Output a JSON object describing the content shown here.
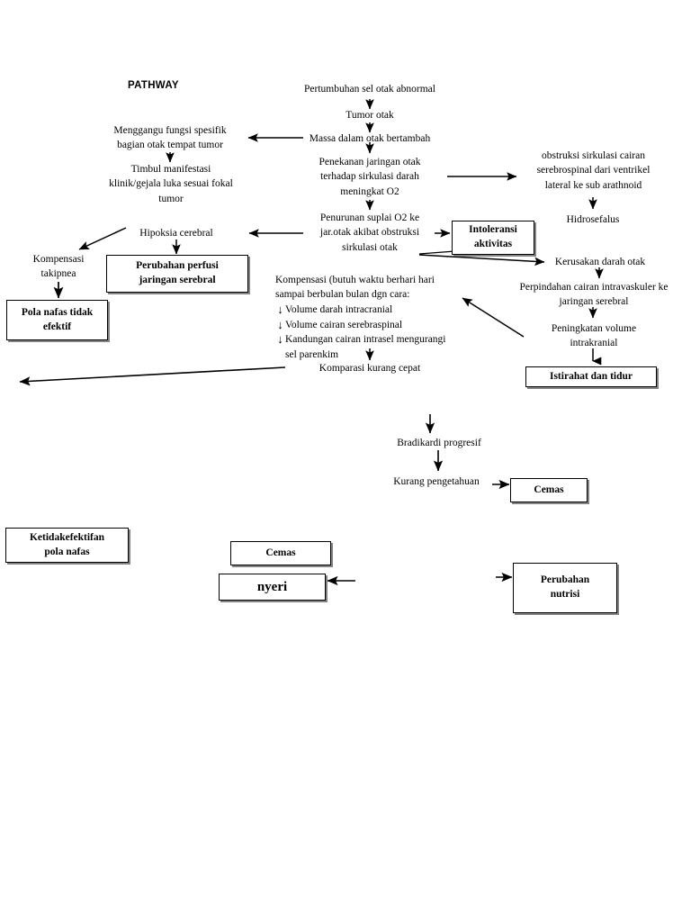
{
  "diagram": {
    "title": "PATHWAY",
    "nodes": {
      "pertumbuhan": "Pertumbuhan sel otak abnormal",
      "tumor_otak": "Tumor otak",
      "massa": "Massa dalam otak bertambah",
      "menggangu": "Menggangu fungsi spesifik\nbagian otak tempat tumor",
      "timbul": "Timbul manifestasi\nklinik/gejala luka sesuai fokal\ntumor",
      "penekanan": "Penekanan jaringan otak\nterhadap sirkulasi darah\nmeningkat O2",
      "obstruksi": "obstruksi sirkulasi cairan\nserebrospinal dari ventrikel\nlateral ke sub arathnoid",
      "hidrosefalus": "Hidrosefalus",
      "penurunan": "Penurunan suplai O2 ke\njar.otak akibat obstruksi\nsirkulasi otak",
      "intoleransi": "Intoleransi\naktivitas",
      "kerusakan": "Kerusakan darah otak",
      "hipoksia": "Hipoksia cerebral",
      "kompensasi_takipnea": "Kompensasi\ntakipnea",
      "perubahan_perfusi": "Perubahan perfusi\njaringan serebral",
      "pola_nafas_tidak_efektif": "Pola nafas tidak\nefektif",
      "perpindahan": "Perpindahan cairan intravaskuler ke\njaringan serebral",
      "peningkatan_volume": "Peningkatan volume\nintrakranial",
      "istirahat": "Istirahat dan tidur",
      "komparasi": "Komparasi  kurang  cepat",
      "bradikardi": "Bradikardi progresif",
      "kurang_pengetahuan": "Kurang pengetahuan",
      "cemas_atas": "Cemas",
      "ketidakefektifan": "Ketidakefektifan\npola nafas",
      "cemas_bawah": "Cemas",
      "nyeri": "nyeri",
      "perubahan_nutrisi": "Perubahan\nnutrisi"
    },
    "kompensasi_block": {
      "intro_line1": "Kompensasi (butuh waktu berhari hari",
      "intro_line2": "sampai berbulan bulan dgn cara:",
      "bullet_mark": "↓",
      "bullets": [
        "Volume darah intracranial",
        "Volume cairan serebraspinal",
        "Kandungan cairan intrasel mengurangi\nsel parenkim"
      ]
    },
    "colors": {
      "stroke": "#000000",
      "background": "#ffffff",
      "box_shadow": "#5a5a5a"
    }
  }
}
